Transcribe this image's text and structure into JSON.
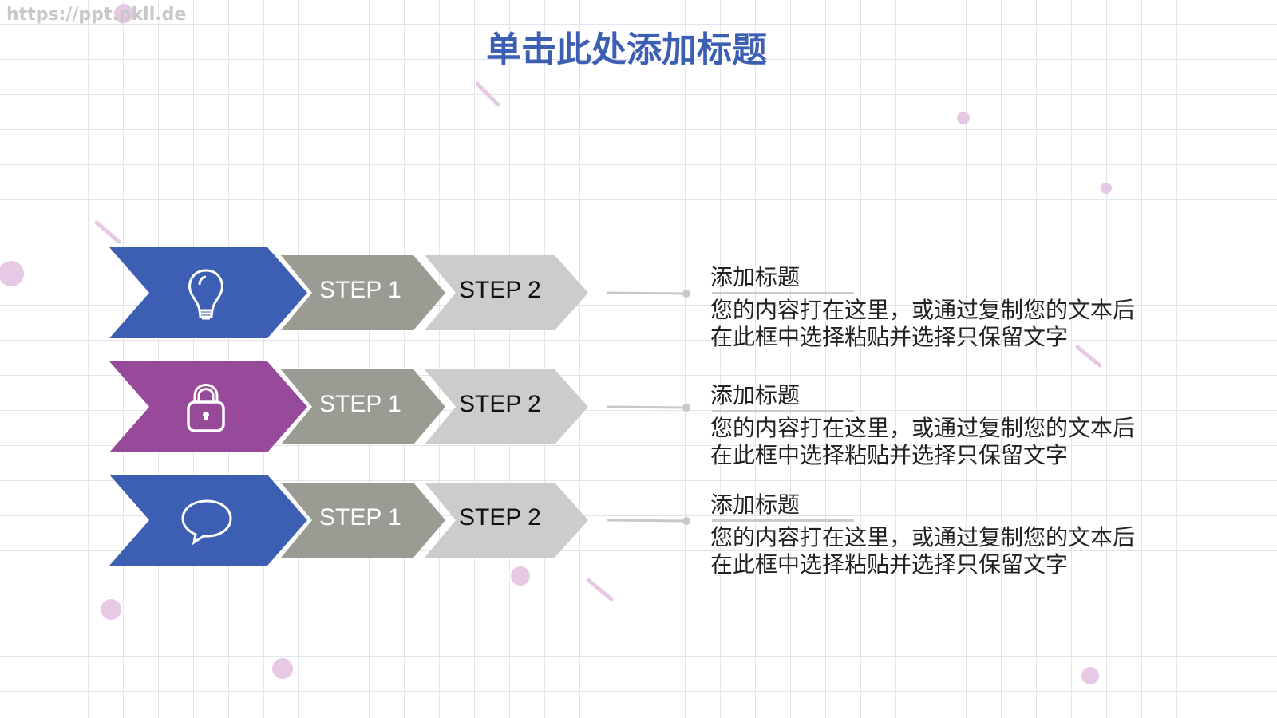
{
  "watermark": "https://ppt.pkll.de",
  "title": "单击此处添加标题",
  "colors": {
    "blue": "#3d5fb3",
    "purple": "#974a9a",
    "step1": "#9a9c94",
    "step2": "#cbcdca",
    "dots": "#e6c9e4"
  },
  "rows": [
    {
      "icon": "lightbulb-icon",
      "color": "blue",
      "step1": "STEP 1",
      "step2": "STEP 2",
      "heading": "添加标题",
      "text": "您的内容打在这里，或通过复制您的文本后\n在此框中选择粘贴并选择只保留文字"
    },
    {
      "icon": "lock-icon",
      "color": "purple",
      "step1": "STEP 1",
      "step2": "STEP 2",
      "heading": "添加标题",
      "text": "您的内容打在这里，或通过复制您的文本后\n在此框中选择粘贴并选择只保留文字"
    },
    {
      "icon": "speech-bubble-icon",
      "color": "blue",
      "step1": "STEP 1",
      "step2": "STEP 2",
      "heading": "添加标题",
      "text": "您的内容打在这里，或通过复制您的文本后\n在此框中选择粘贴并选择只保留文字"
    }
  ]
}
